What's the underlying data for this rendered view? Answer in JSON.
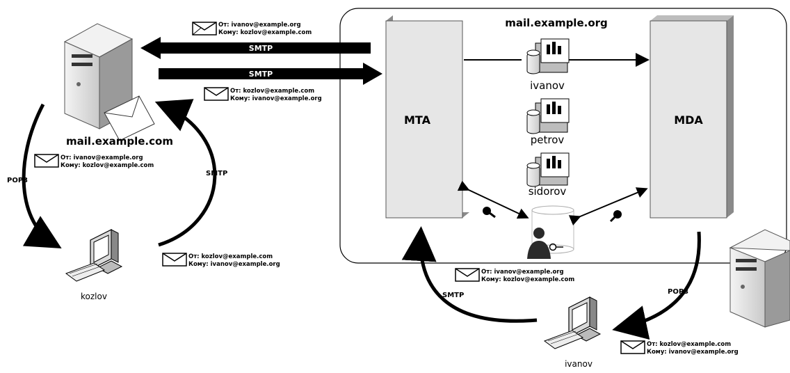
{
  "left_server": {
    "name": "mail.example.com"
  },
  "right_server": {
    "name": "mail.example.org"
  },
  "nodes": {
    "mta": "MTA",
    "mda": "MDA"
  },
  "mailboxes": [
    "ivanov",
    "petrov",
    "sidorov"
  ],
  "clients": {
    "left": "kozlov",
    "right": "ivanov"
  },
  "protocols": {
    "top_in": "SMTP",
    "top_out": "SMTP",
    "left_arc_right": "SMTP",
    "left_arc_left": "POP3",
    "right_arc_left": "SMTP",
    "right_arc_right": "POP3"
  },
  "envelopes": {
    "e1": {
      "from": "От: ivanov@example.org",
      "to": "Кому: kozlov@example.com"
    },
    "e2": {
      "from": "От: kozlov@example.com",
      "to": "Кому: ivanov@example.org"
    },
    "e3": {
      "from": "От: ivanov@example.org",
      "to": "Кому: kozlov@example.com"
    },
    "e4": {
      "from": "От: kozlov@example.com",
      "to": "Кому: ivanov@example.org"
    },
    "e5": {
      "from": "От: ivanov@example.org",
      "to": "Кому: kozlov@example.com"
    },
    "e6": {
      "from": "От: kozlov@example.com",
      "to": "Кому: ivanov@example.org"
    }
  },
  "colors": {
    "stroke": "#000000",
    "panel": "#e6e6e6",
    "arrow": "#000000"
  }
}
